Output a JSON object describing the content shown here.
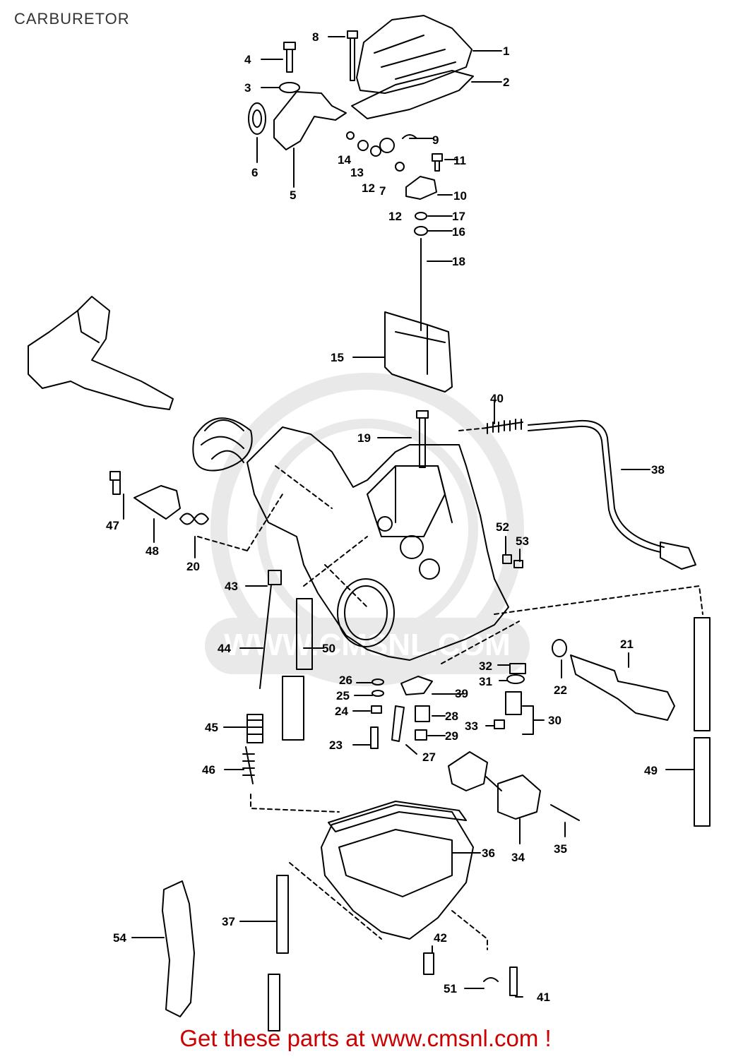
{
  "title": "CARBURETOR",
  "footer": "Get these parts at www.cmsnl.com !",
  "watermark_text": "WWW.CMSNL.COM",
  "part_labels": [
    "1",
    "2",
    "3",
    "4",
    "5",
    "6",
    "7",
    "8",
    "9",
    "10",
    "11",
    "12",
    "12",
    "13",
    "14",
    "15",
    "16",
    "17",
    "18",
    "19",
    "20",
    "21",
    "22",
    "23",
    "24",
    "25",
    "26",
    "27",
    "28",
    "29",
    "30",
    "31",
    "32",
    "33",
    "34",
    "35",
    "36",
    "37",
    "38",
    "39",
    "40",
    "41",
    "42",
    "43",
    "44",
    "45",
    "46",
    "47",
    "48",
    "49",
    "50",
    "51",
    "52",
    "53",
    "54"
  ],
  "colors": {
    "line": "#000000",
    "footer": "#cc0000",
    "watermark": "#888888"
  }
}
